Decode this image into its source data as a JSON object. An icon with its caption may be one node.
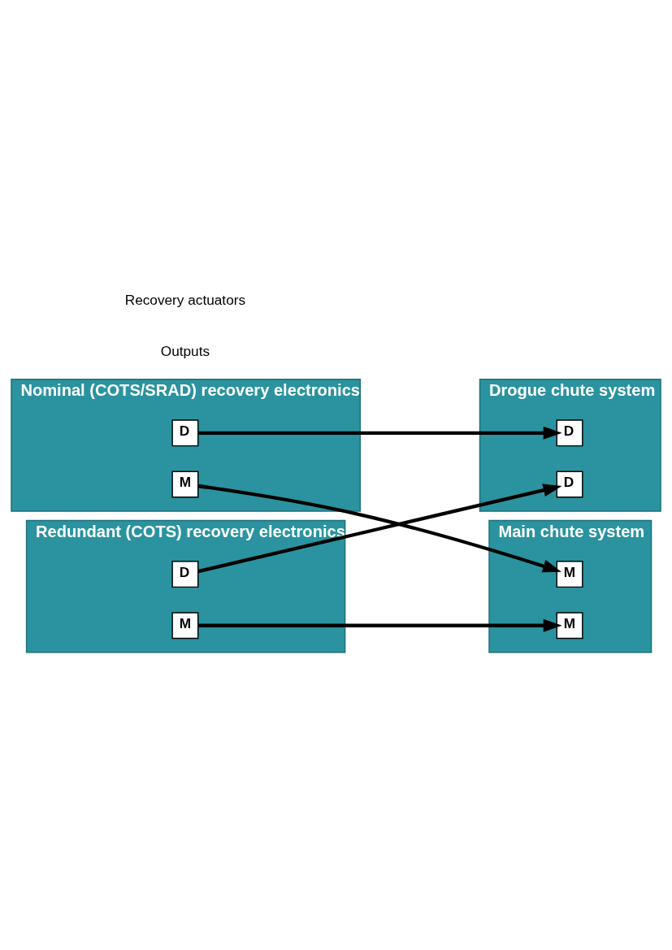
{
  "diagram": {
    "nodes": [
      {
        "text": [
          "Nominal (COTS/SRAD) recovery electronics"
        ]
      },
      {
        "text": [
          "D"
        ],
        "in": 0
      },
      {
        "text": [
          "M"
        ],
        "in": 0
      },
      {
        "text": [
          "Redundant (COTS) recovery electronics"
        ]
      },
      {
        "text": [
          "D"
        ],
        "in": 3
      },
      {
        "text": [
          "M"
        ],
        "in": 3
      },
      {
        "text": [
          "Drogue chute system"
        ]
      },
      {
        "text": [
          "D"
        ],
        "in": 6
      },
      {
        "text": [
          "D"
        ],
        "in": 6
      },
      {
        "text": [
          "Main chute system"
        ]
      },
      {
        "text": [
          "M"
        ],
        "in": 9
      },
      {
        "text": [
          "M"
        ],
        "in": 9
      }
    ],
    "edges": [
      {
        "from": 1,
        "to": 7,
        "arrow": "to"
      },
      {
        "from": 2,
        "to": 10,
        "arrow": "to"
      },
      {
        "from": 4,
        "to": 8,
        "arrow": "to"
      },
      {
        "from": 5,
        "to": 11,
        "arrow": "to"
      }
    ],
    "labels": [
      "Outputs",
      "Recovery actuators"
    ]
  }
}
